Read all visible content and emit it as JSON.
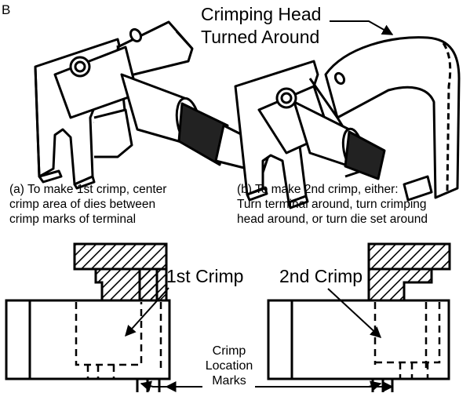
{
  "panel_letter": "B",
  "header_label": "Crimping Head\nTurned Around",
  "caption_a": "(a) To make 1st crimp, center\ncrimp area of dies between\ncrimp marks of terminal",
  "caption_b": "(b) To make 2nd crimp, either:\nTurn terminal around, turn crimping\nhead around, or turn die set around",
  "label_first_crimp": "1st Crimp",
  "label_second_crimp": "2nd Crimp",
  "label_location_marks": "Crimp\nLocation\nMarks",
  "colors": {
    "ink": "#000000",
    "paper": "#ffffff"
  }
}
